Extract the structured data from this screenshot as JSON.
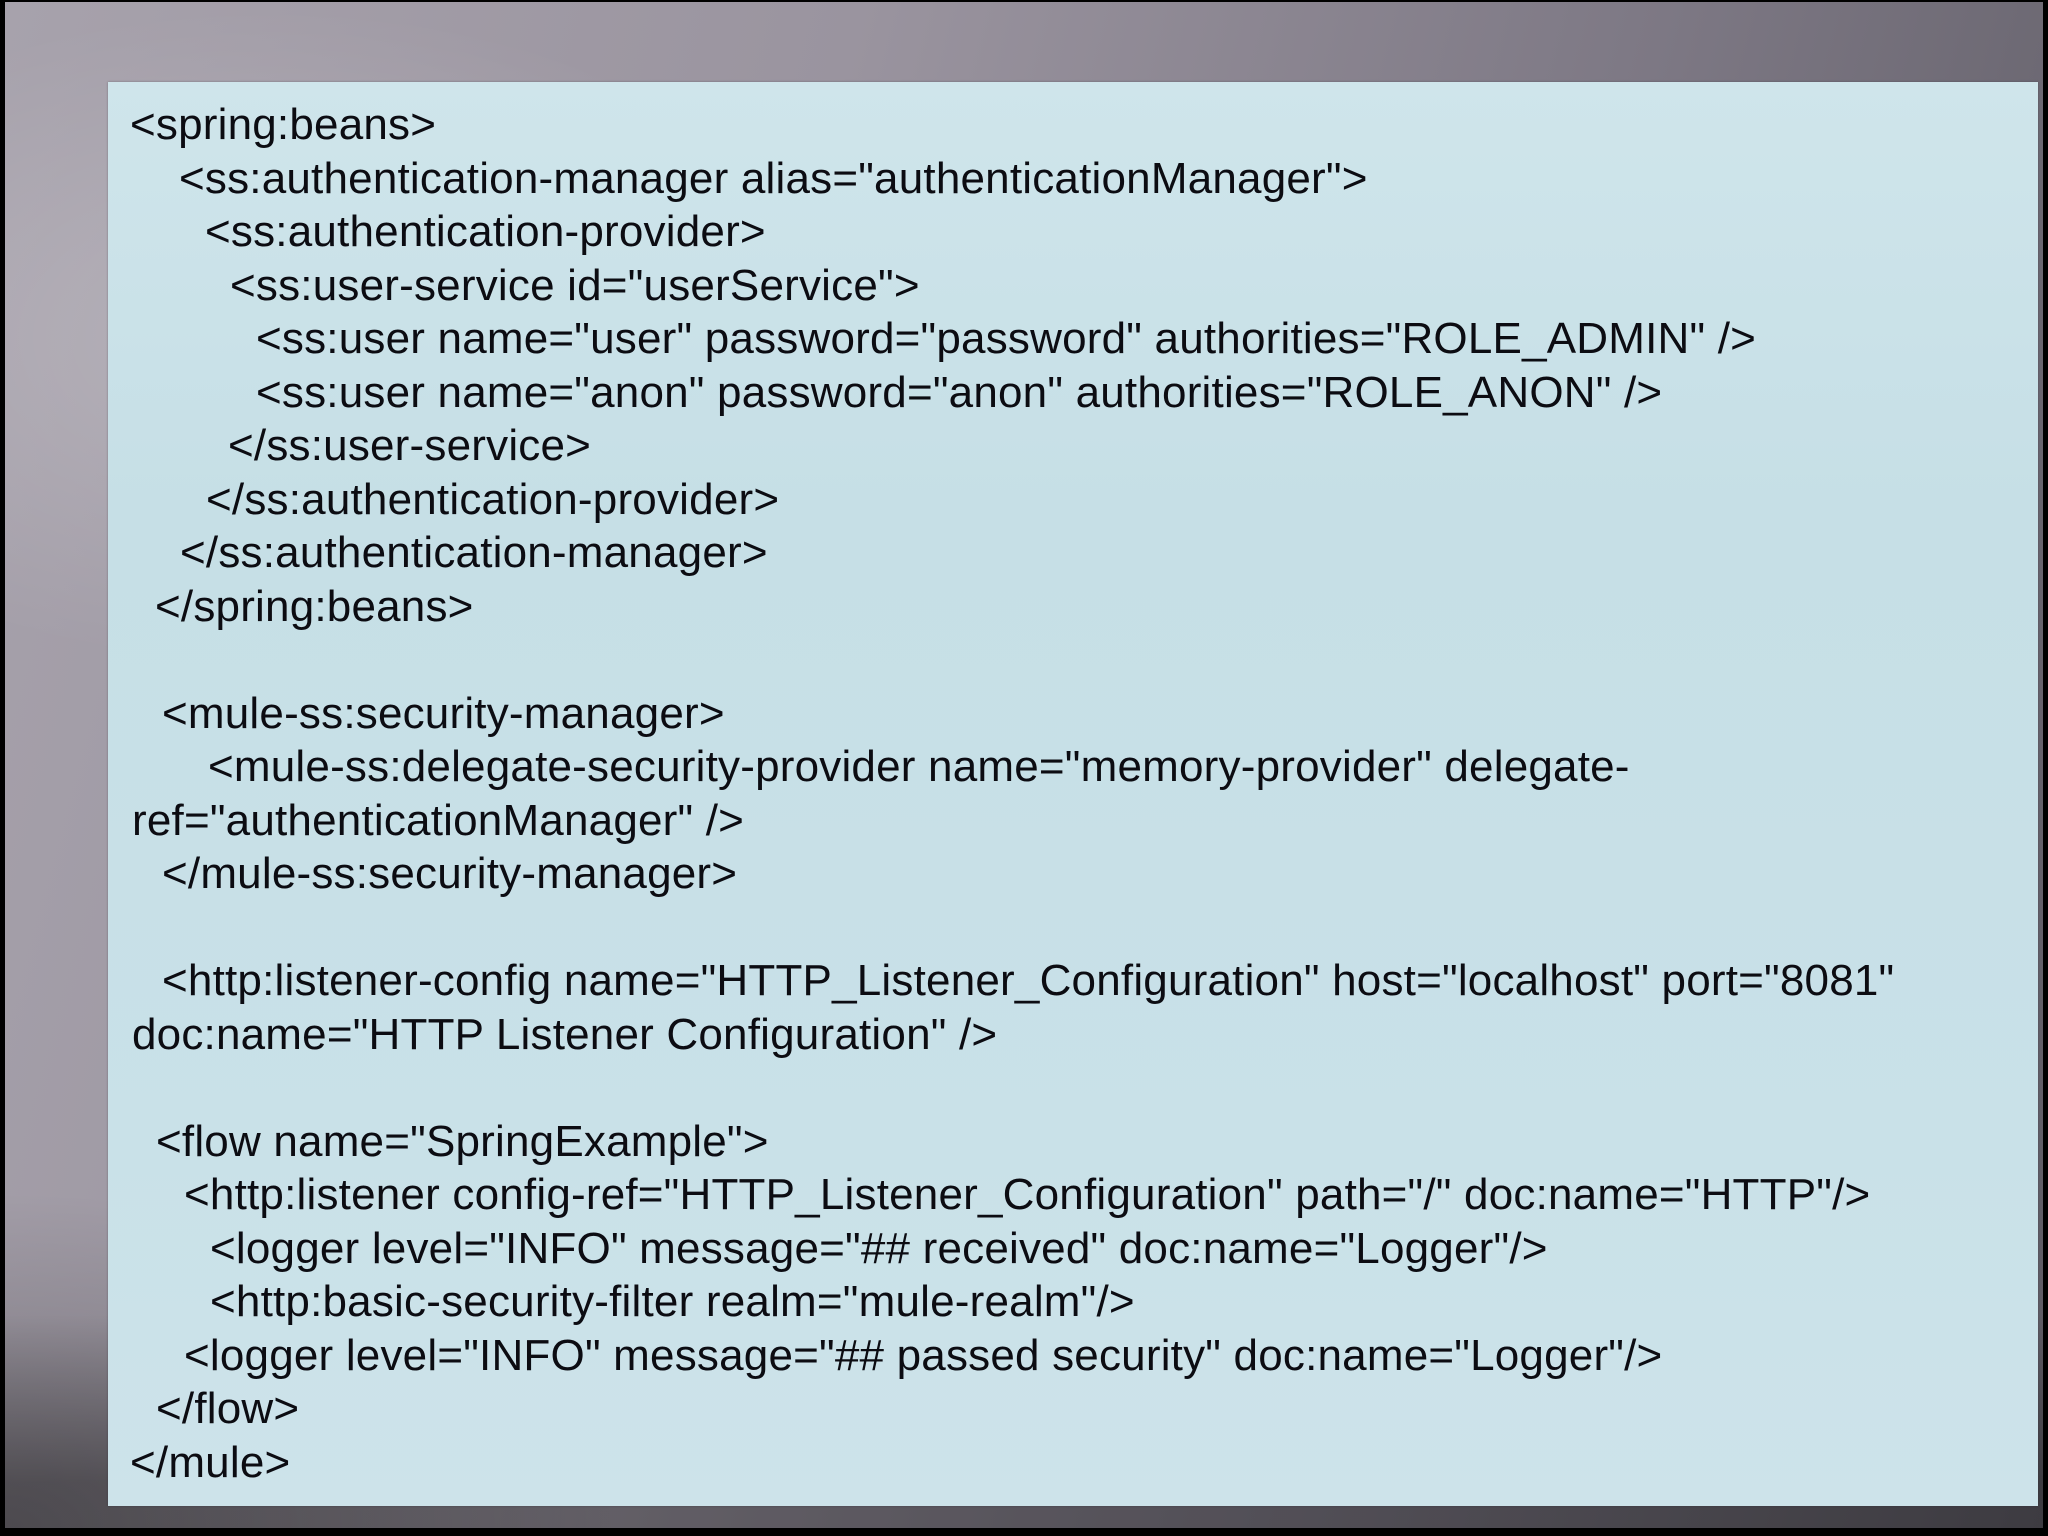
{
  "slide": {
    "description": "Presentation slide showing Mule ESB Spring Security XML configuration example",
    "colors": {
      "panel_bg": "#c6dfe6",
      "panel_bg_top": "#cfe5eb",
      "code_text": "#0c0c12",
      "surround_light": "#a7a2ac",
      "surround_dark": "#5d5a63",
      "frame": "#000000"
    },
    "code": {
      "language": "xml",
      "lines": [
        {
          "indent": 0,
          "text": "<spring:beans>"
        },
        {
          "indent": 49,
          "text": "<ss:authentication-manager alias=\"authenticationManager\">"
        },
        {
          "indent": 75,
          "text": "<ss:authentication-provider>"
        },
        {
          "indent": 100,
          "text": "<ss:user-service id=\"userService\">"
        },
        {
          "indent": 126,
          "text": "<ss:user name=\"user\" password=\"password\" authorities=\"ROLE_ADMIN\" />"
        },
        {
          "indent": 126,
          "text": "<ss:user name=\"anon\" password=\"anon\" authorities=\"ROLE_ANON\" />"
        },
        {
          "indent": 98,
          "text": "</ss:user-service>"
        },
        {
          "indent": 76,
          "text": "</ss:authentication-provider>"
        },
        {
          "indent": 50,
          "text": "</ss:authentication-manager>"
        },
        {
          "indent": 25,
          "text": "</spring:beans>"
        },
        {
          "indent": 0,
          "text": ""
        },
        {
          "indent": 32,
          "text": "<mule-ss:security-manager>"
        },
        {
          "indent": 78,
          "text": "<mule-ss:delegate-security-provider name=\"memory-provider\" delegate-"
        },
        {
          "indent": 2,
          "text": "ref=\"authenticationManager\" />"
        },
        {
          "indent": 32,
          "text": "</mule-ss:security-manager>"
        },
        {
          "indent": 0,
          "text": ""
        },
        {
          "indent": 32,
          "text": "<http:listener-config name=\"HTTP_Listener_Configuration\" host=\"localhost\" port=\"8081\""
        },
        {
          "indent": 2,
          "text": "doc:name=\"HTTP Listener Configuration\" />"
        },
        {
          "indent": 0,
          "text": ""
        },
        {
          "indent": 26,
          "text": "<flow name=\"SpringExample\">"
        },
        {
          "indent": 54,
          "text": "<http:listener config-ref=\"HTTP_Listener_Configuration\" path=\"/\" doc:name=\"HTTP\"/>"
        },
        {
          "indent": 80,
          "text": "<logger level=\"INFO\" message=\"## received\" doc:name=\"Logger\"/>"
        },
        {
          "indent": 80,
          "text": "<http:basic-security-filter realm=\"mule-realm\"/>"
        },
        {
          "indent": 54,
          "text": "<logger level=\"INFO\" message=\"## passed security\" doc:name=\"Logger\"/>"
        },
        {
          "indent": 26,
          "text": "</flow>"
        },
        {
          "indent": 0,
          "text": "</mule>"
        }
      ]
    }
  }
}
